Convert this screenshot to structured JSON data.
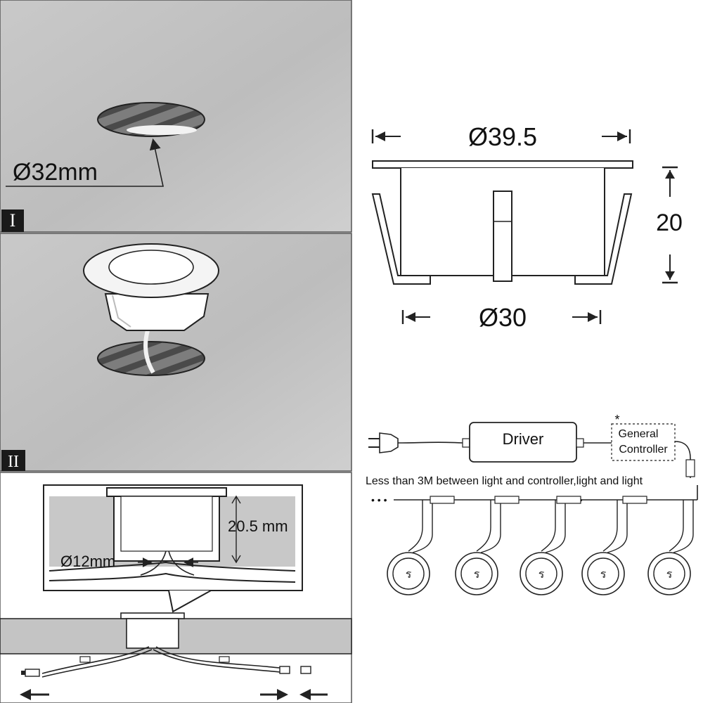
{
  "step_one": {
    "marker": "I",
    "hole_label": "Ø32mm"
  },
  "step_two": {
    "marker": "II"
  },
  "cross_section": {
    "depth_label": "20.5 mm",
    "cable_hole_label": "Ø12mm"
  },
  "dimensions": {
    "top_diameter": "Ø39.5",
    "height": "20",
    "body_diameter": "Ø30"
  },
  "wiring": {
    "driver_label": "Driver",
    "controller_line1": "General",
    "controller_line2": "Controller",
    "optional_mark": "*",
    "note": "Less than 3M between light and controller,light and light",
    "ellipsis": "• • •",
    "light_count": 5,
    "light_glyph": "ร"
  },
  "colors": {
    "panel_gray": "#bcbcbc",
    "panel_gray_light": "#d8d8d8",
    "line": "#222222",
    "marker_bg": "#1a1a1a"
  }
}
